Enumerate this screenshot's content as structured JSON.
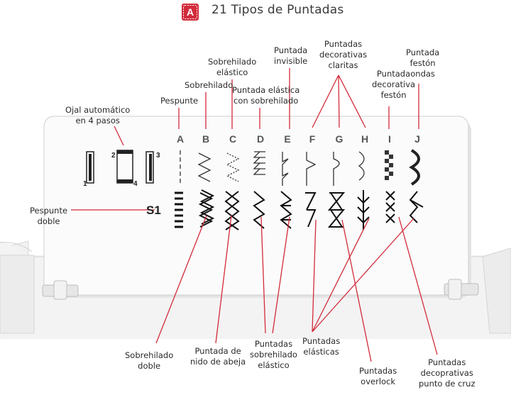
{
  "title": "21 Tipos de Puntadas",
  "badge_letter": "A",
  "colors": {
    "accent": "#d22b3a",
    "panel": "#fbfbfb",
    "stitch": "#1a1a1a"
  },
  "columns": [
    "A",
    "B",
    "C",
    "D",
    "E",
    "F",
    "G",
    "H",
    "I",
    "J"
  ],
  "row_label": "S1",
  "buttonhole_numbers": [
    "1",
    "2",
    "3",
    "4"
  ],
  "labels": {
    "ojal": [
      "Ojal automático",
      "en 4 pasos"
    ],
    "pespunte": [
      "Pespunte"
    ],
    "sobrehilado": [
      "Sobrehilado"
    ],
    "sobrehilado_elastico": [
      "Sobrehilado",
      "elástico"
    ],
    "puntada_elastica_sobrehilado": [
      "Puntada elástica",
      "con sobrehilado"
    ],
    "puntada_invisible": [
      "Puntada",
      "invisible"
    ],
    "decorativas_claritas": [
      "Puntadas",
      "decorativas",
      "claritas"
    ],
    "decorativa_feston": [
      "Puntada",
      "decorativa",
      "festón"
    ],
    "feston_ondas": [
      "Puntada",
      "festón",
      "ondas"
    ],
    "pespunte_doble": [
      "Pespunte",
      "doble"
    ],
    "sobrehilado_doble": [
      "Sobrehilado",
      "doble"
    ],
    "nido_abeja": [
      "Puntada de",
      "nido de abeja"
    ],
    "sobrehilado_elastico_bottom": [
      "Puntadas",
      "sobrehilado",
      "elástico"
    ],
    "elasticas": [
      "Puntadas",
      "elásticas"
    ],
    "overlock": [
      "Puntadas",
      "overlock"
    ],
    "punto_cruz": [
      "Puntadas",
      "decoprativas",
      "punto de cruz"
    ]
  }
}
